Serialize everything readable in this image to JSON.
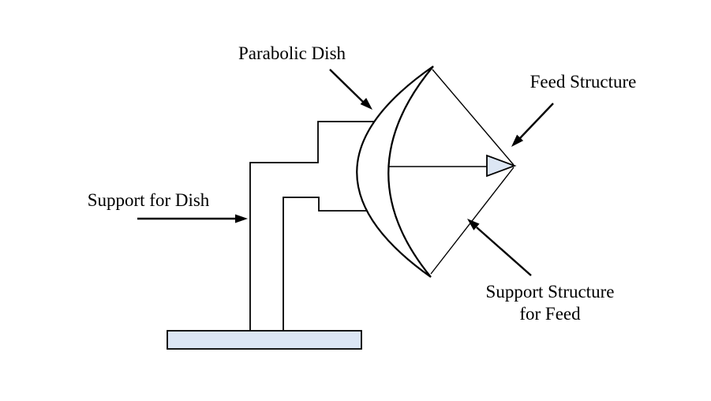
{
  "diagram": {
    "labels": {
      "parabolic_dish": "Parabolic Dish",
      "feed_structure": "Feed Structure",
      "support_for_dish": "Support for Dish",
      "support_structure_for_feed_line1": "Support Structure",
      "support_structure_for_feed_line2": "for Feed"
    },
    "colors": {
      "fill_light": "#dce6f4",
      "stroke_color": "#000000",
      "bg_color": "#ffffff"
    }
  }
}
